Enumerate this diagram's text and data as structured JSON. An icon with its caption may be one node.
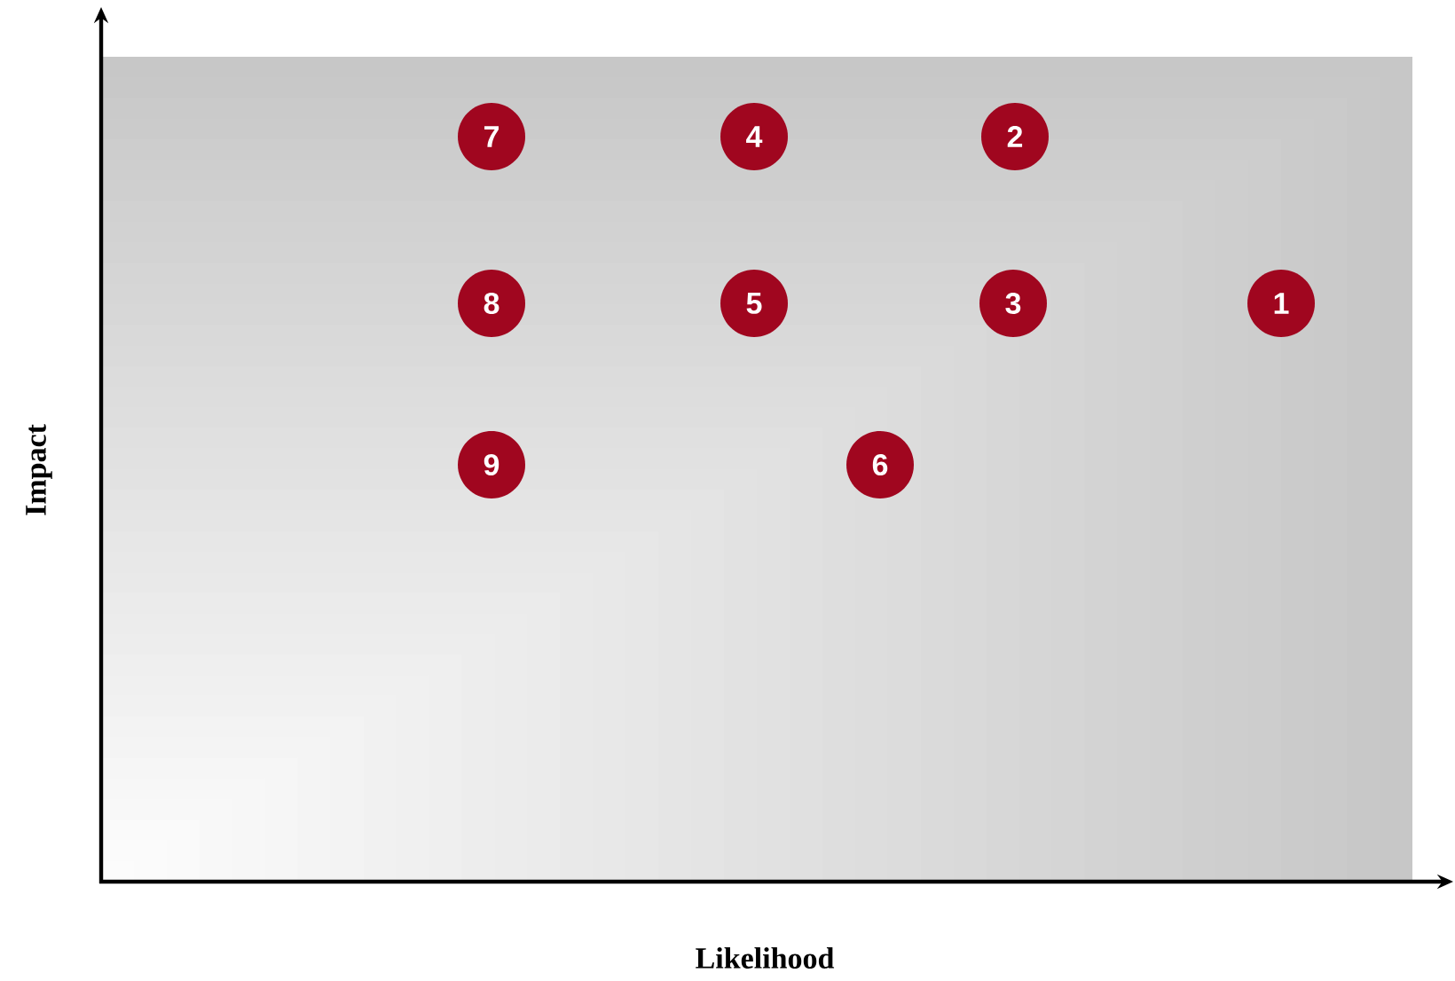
{
  "diagram": {
    "nodes": [
      {
        "text": [
          "7"
        ]
      },
      {
        "text": [
          "4"
        ]
      },
      {
        "text": [
          "2"
        ]
      },
      {
        "text": [
          "8"
        ]
      },
      {
        "text": [
          "5"
        ]
      },
      {
        "text": [
          "3"
        ]
      },
      {
        "text": [
          "1"
        ]
      },
      {
        "text": [
          "9"
        ]
      },
      {
        "text": [
          "6"
        ]
      }
    ],
    "labels": [
      "Impact",
      "Likelihood"
    ]
  }
}
